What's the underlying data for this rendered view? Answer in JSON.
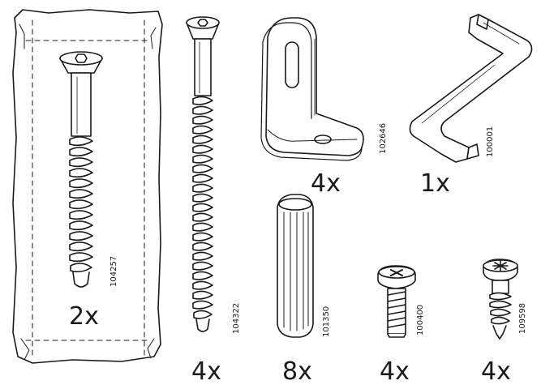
{
  "parts": [
    {
      "id": "countersunk-screw-short",
      "quantity": "2x",
      "article_number": "104257",
      "in_bag": true
    },
    {
      "id": "countersunk-screw-long",
      "quantity": "4x",
      "article_number": "104322"
    },
    {
      "id": "angle-bracket",
      "quantity": "4x",
      "article_number": "102646"
    },
    {
      "id": "allen-key",
      "quantity": "1x",
      "article_number": "100001"
    },
    {
      "id": "wooden-dowel",
      "quantity": "8x",
      "article_number": "101350"
    },
    {
      "id": "pan-head-machine-screw",
      "quantity": "4x",
      "article_number": "100400"
    },
    {
      "id": "pan-head-wood-screw",
      "quantity": "4x",
      "article_number": "109598"
    }
  ]
}
